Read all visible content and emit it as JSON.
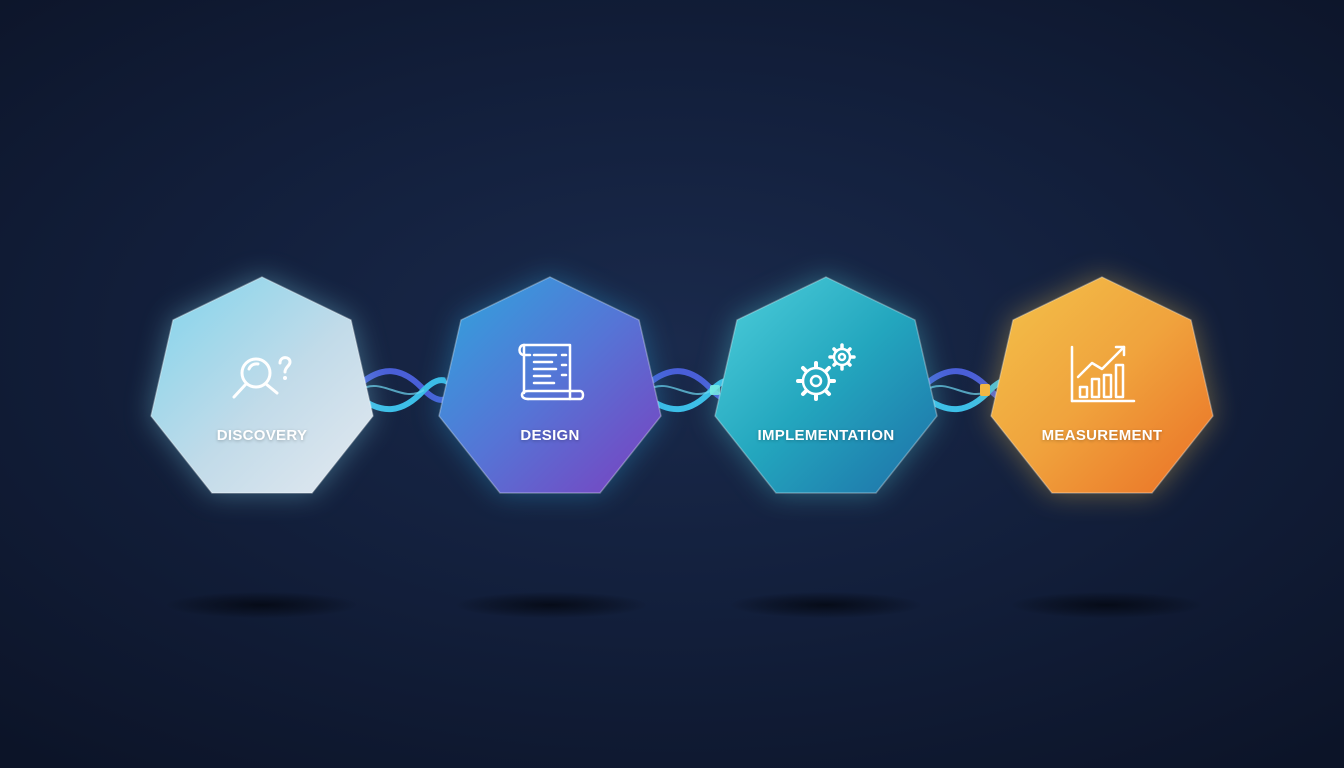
{
  "steps": [
    {
      "label": "DISCOVERY",
      "icon": "magnifier-question-icon",
      "colors": [
        "#7fd4ec",
        "#c2dbe9",
        "#e4e9f0"
      ]
    },
    {
      "label": "DESIGN",
      "icon": "document-scroll-icon",
      "colors": [
        "#2ea6dd",
        "#5575d6",
        "#7b3fbf"
      ]
    },
    {
      "label": "IMPLEMENTATION",
      "icon": "gears-icon",
      "colors": [
        "#4fd0dc",
        "#23a6be",
        "#1e6fa8"
      ]
    },
    {
      "label": "MEASUREMENT",
      "icon": "growth-chart-icon",
      "colors": [
        "#f3c24a",
        "#f0a33d",
        "#ea6f25"
      ]
    }
  ],
  "connector_colors": [
    "#3dbfe8",
    "#4a5fd8"
  ]
}
